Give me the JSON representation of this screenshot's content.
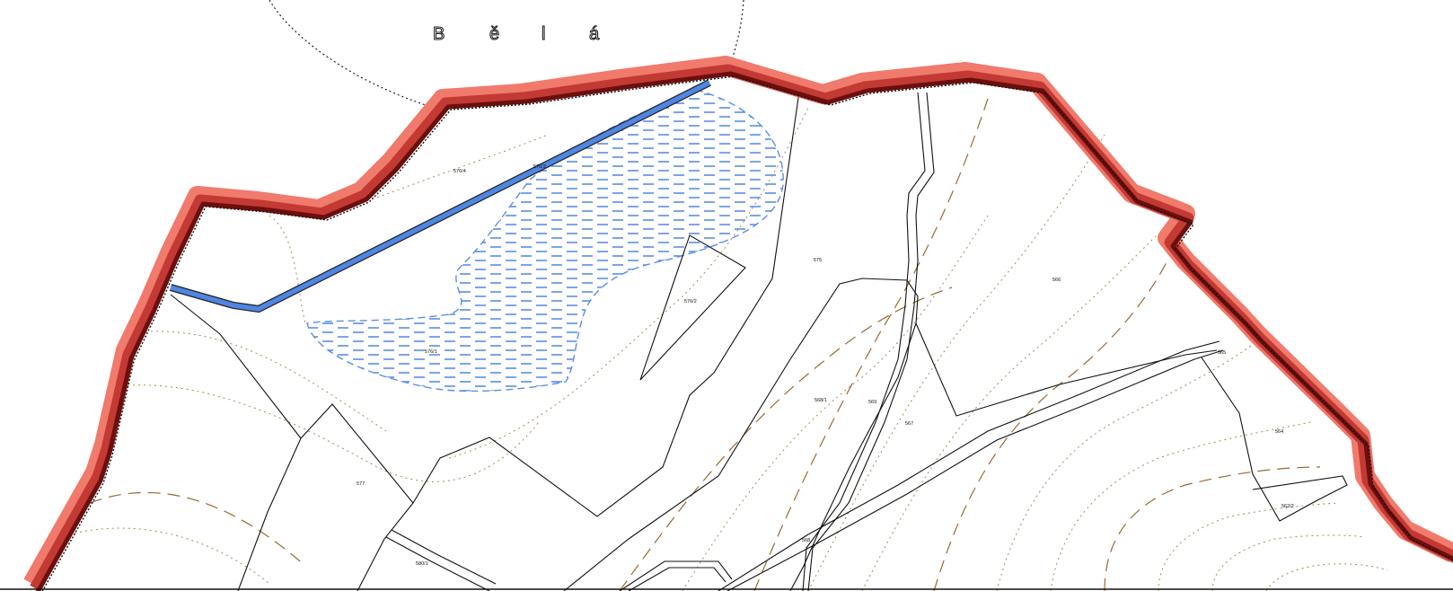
{
  "map": {
    "place_letters": [
      "B",
      "ě",
      "l",
      "á"
    ],
    "parcel_labels": [
      "576/4",
      "576/3",
      "575",
      "566",
      "576/2",
      "576/1",
      "568/1",
      "569",
      "567",
      "565",
      "564",
      "577",
      "562/2",
      "568",
      "580/1"
    ],
    "colors": {
      "boundary_outer": "#f07a6c",
      "boundary_mid": "#c23a33",
      "boundary_inner": "#6b0e0e",
      "water": "#4f86e3",
      "water_hatch": "#5b8ee6",
      "contour_major": "#9a6a30",
      "contour_minor": "#a88a55",
      "parcel_line": "#111111"
    }
  }
}
